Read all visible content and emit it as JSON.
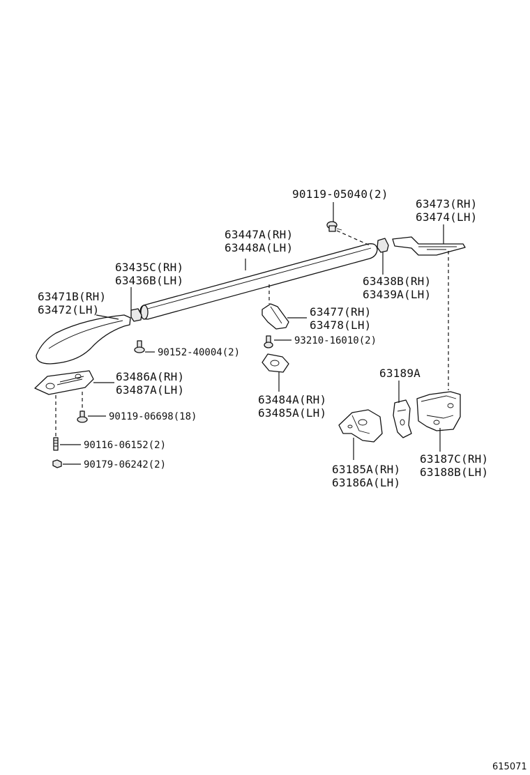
{
  "labels": {
    "p90119_05040": "90119-05040(2)",
    "p63473": "63473(RH)",
    "p63474": "63474(LH)",
    "p63447A": "63447A(RH)",
    "p63448A": "63448A(LH)",
    "p63435C": "63435C(RH)",
    "p63436B": "63436B(LH)",
    "p63438B": "63438B(RH)",
    "p63439A": "63439A(LH)",
    "p63471B": "63471B(RH)",
    "p63472": "63472(LH)",
    "p63477": "63477(RH)",
    "p63478": "63478(LH)",
    "p90152_40004": "90152-40004(2)",
    "p93210_16010": "93210-16010(2)",
    "p63486A": "63486A(RH)",
    "p63487A": "63487A(LH)",
    "p63189A": "63189A",
    "p63484A": "63484A(RH)",
    "p63485A": "63485A(LH)",
    "p90119_06698": "90119-06698(18)",
    "p90116_06152": "90116-06152(2)",
    "p90179_06242": "90179-06242(2)",
    "p63185A": "63185A(RH)",
    "p63186A": "63186A(LH)",
    "p63187C": "63187C(RH)",
    "p63188B": "63188B(LH)"
  },
  "diagram_id": "615071"
}
